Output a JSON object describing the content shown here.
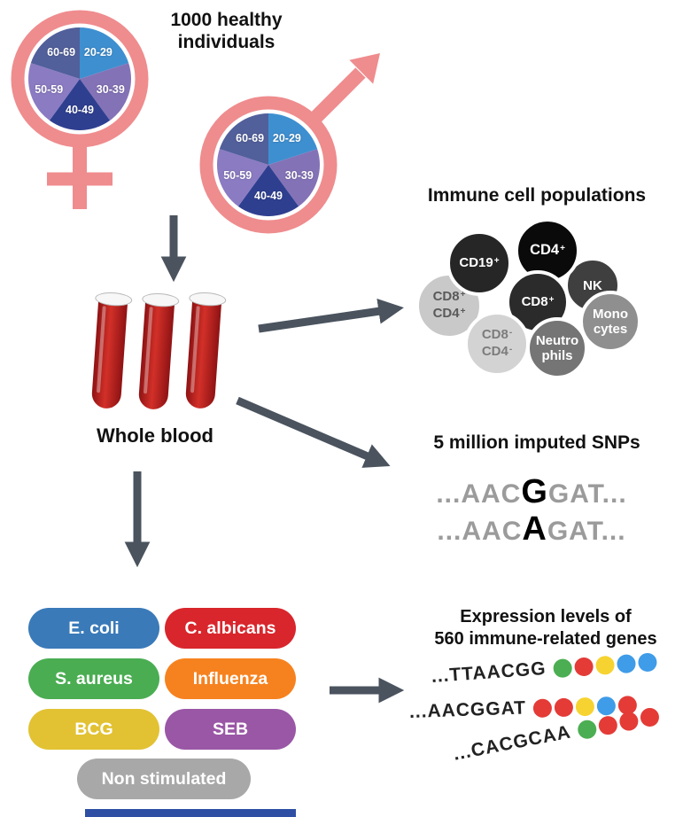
{
  "title": "1000 healthy individuals",
  "demographics": {
    "age_groups": [
      "20-29",
      "30-39",
      "40-49",
      "50-59",
      "60-69"
    ],
    "colors": [
      "#3E8FD0",
      "#8472B7",
      "#2F3F90",
      "#8B7BC2",
      "#515F9B"
    ]
  },
  "blood": {
    "label": "Whole blood"
  },
  "immune": {
    "heading": "Immune cell populations",
    "cells": [
      {
        "l1": "CD8",
        "s1": "+",
        "l2": "CD4",
        "s2": "+",
        "bg": "#c9c9c9",
        "fg": "#5a5a5a"
      },
      {
        "l1": "CD19",
        "s1": "+",
        "bg": "#262626",
        "fg": "#ffffff"
      },
      {
        "l1": "NK",
        "bg": "#3f3f3f",
        "fg": "#ffffff"
      },
      {
        "l1": "Mono",
        "l2": "cytes",
        "bg": "#8f8f8f",
        "fg": "#ffffff"
      },
      {
        "l1": "CD4",
        "s1": "+",
        "bg": "#0a0a0a",
        "fg": "#ffffff"
      },
      {
        "l1": "CD8",
        "s1": "+",
        "bg": "#2b2b2b",
        "fg": "#ffffff"
      },
      {
        "l1": "CD8",
        "s1": "-",
        "l2": "CD4",
        "s2": "-",
        "bg": "#d3d3d3",
        "fg": "#7c7c7c"
      },
      {
        "l1": "Neutro",
        "l2": "phils",
        "bg": "#757575",
        "fg": "#ffffff"
      }
    ]
  },
  "snps": {
    "heading": "5 million imputed SNPs",
    "rows": [
      {
        "pre": "...AAC",
        "var": "G",
        "post": "GAT..."
      },
      {
        "pre": "...AAC",
        "var": "A",
        "post": "GAT..."
      }
    ]
  },
  "stimuli": {
    "items": [
      {
        "label": "E. coli",
        "color": "#3A7AB8"
      },
      {
        "label": "C. albicans",
        "color": "#D8262C"
      },
      {
        "label": "S. aureus",
        "color": "#4AAD52"
      },
      {
        "label": "Influenza",
        "color": "#F6821F"
      },
      {
        "label": "BCG",
        "color": "#E2C233"
      },
      {
        "label": "SEB",
        "color": "#9A57A6"
      },
      {
        "label": "Non stimulated",
        "color": "#A8A8A8"
      }
    ]
  },
  "expression": {
    "heading_line1": "Expression levels of",
    "heading_line2": "560 immune-related genes",
    "rows": [
      {
        "seq": "...TTAACGG",
        "dots": [
          "#4CAE52",
          "#E43B37",
          "#F6D330",
          "#3F9CE8",
          "#3F9CE8"
        ]
      },
      {
        "seq": "...AACGGAT",
        "dots": [
          "#E43B37",
          "#E43B37",
          "#F6D330",
          "#3F9CE8",
          "#E43B37"
        ]
      },
      {
        "seq": "...CACGCAA",
        "dots": [
          "#4CAE52",
          "#E43B37",
          "#E43B37",
          "#E43B37"
        ]
      }
    ]
  },
  "colors": {
    "arrow": "#4A535E",
    "symbol_pink": "#EF8C8E",
    "footer_bar": "#2E4FA3"
  }
}
